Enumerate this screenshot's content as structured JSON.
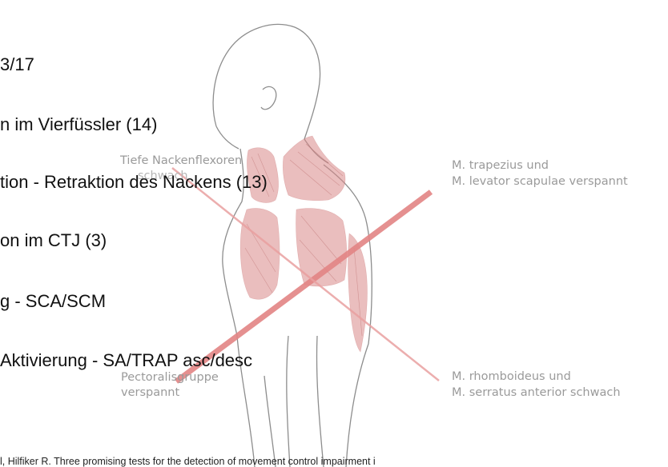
{
  "anatomy_labels": {
    "deep_neck_flexors": "Tiefe Nackenflexoren",
    "deep_neck_flexors_2": "schwach",
    "trapezius_1": "M. trapezius und",
    "trapezius_2": "M. levator scapulae verspannt",
    "pectoral_1": "Pectoralisgruppe",
    "pectoral_2": "verspannt",
    "rhomboid_1": "M. rhomboideus und",
    "rhomboid_2": "M. serratus anterior schwach"
  },
  "slide_lines": [
    "3/17",
    "n im Vierfüssler (14)",
    "tion - Retraktion des Nackens (13)",
    "on im CTJ (3)",
    "g - SCA/SCM",
    "Aktivierung - SA/TRAP asc/desc"
  ],
  "citation": "l, Hilfiker R. Three promising tests for the detection of movement control impairment i",
  "colors": {
    "muscle": "#d98888",
    "cross_stroke": "#e38585",
    "outline": "#8a8a8a"
  }
}
